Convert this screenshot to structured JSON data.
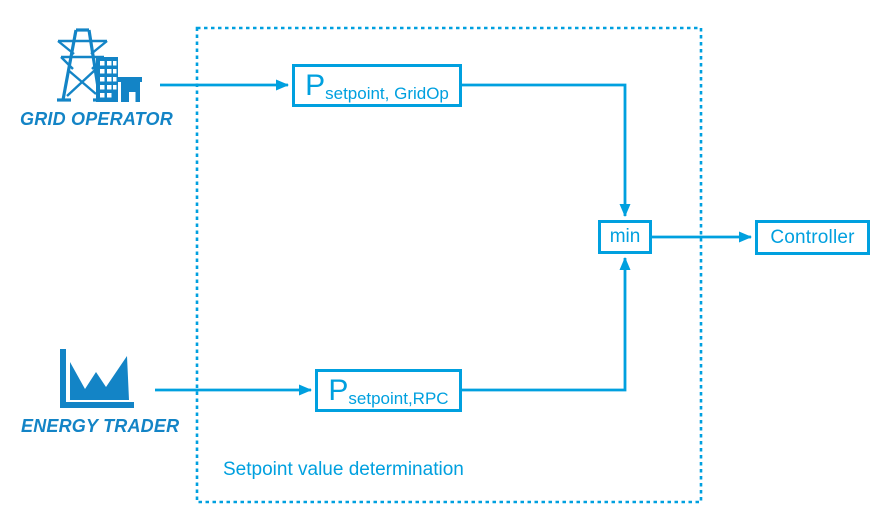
{
  "diagram": {
    "dashed_region_title": "Setpoint value determination",
    "colors": {
      "connector": "#00a0df",
      "entity": "#1384c6"
    },
    "sources": [
      {
        "label": "GRID OPERATOR",
        "icon": "transmission-tower-building-icon"
      },
      {
        "label": "ENERGY TRADER",
        "icon": "area-chart-icon"
      }
    ],
    "blocks": {
      "setpoint_gridop": {
        "symbol": "P",
        "subscript": "setpoint, GridOp"
      },
      "setpoint_rpc": {
        "symbol": "P",
        "subscript": "setpoint,RPC"
      },
      "min": {
        "label": "min"
      },
      "controller": {
        "label": "Controller"
      }
    }
  }
}
